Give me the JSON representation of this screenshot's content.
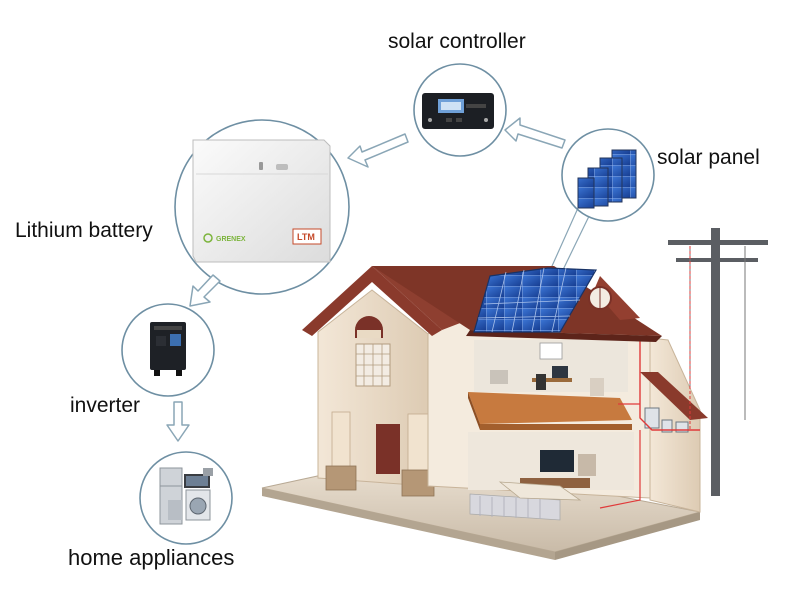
{
  "labels": {
    "solar_controller": "solar controller",
    "solar_panel": "solar panel",
    "lithium_battery": "Lithium battery",
    "inverter": "inverter",
    "home_appliances": "home appliances"
  },
  "battery_branding": {
    "left": "GRENEX",
    "right": "LTM"
  },
  "colors": {
    "circle_stroke": "#6e8fa3",
    "arrow_fill": "#ffffff",
    "arrow_stroke": "#8aa6b6",
    "roof": "#8a3a2c",
    "wall": "#efe2d0",
    "solar": "#1f4fb0",
    "wire": "#e03a3a"
  }
}
